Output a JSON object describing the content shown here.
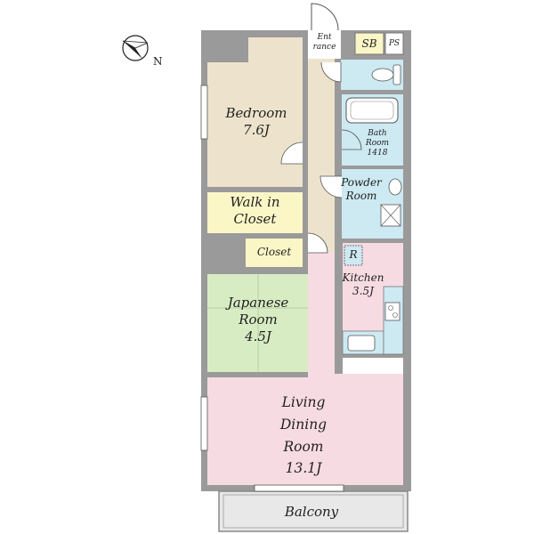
{
  "plan": {
    "compass_label": "N",
    "rooms": {
      "entrance": {
        "line1": "Ent",
        "line2": "rance"
      },
      "shoe_box": "SB",
      "pipe_space": "PS",
      "bedroom": {
        "name": "Bedroom",
        "size": "7.6J"
      },
      "bath": {
        "line1": "Bath",
        "line2": "Room",
        "line3": "1418"
      },
      "powder": {
        "line1": "Powder",
        "line2": "Room"
      },
      "walk_in": {
        "line1": "Walk in",
        "line2": "Closet"
      },
      "closet": "Closet",
      "refrigerator": "R",
      "kitchen": {
        "name": "Kitchen",
        "size": "3.5J"
      },
      "japanese": {
        "line1": "Japanese",
        "line2": "Room",
        "size": "4.5J"
      },
      "living": {
        "line1": "Living",
        "line2": "Dining",
        "line3": "Room",
        "size": "13.1J"
      },
      "balcony": "Balcony"
    },
    "colors": {
      "wall": "#9a9a9a",
      "bedroom": "#ede3cc",
      "corridor": "#ede3cc",
      "wet_area": "#cde9f2",
      "closet": "#fbf6c6",
      "shoe_box": "#fbf6c6",
      "japanese": "#d8ecc3",
      "living": "#f7dbe3",
      "kitchen": "#f7dbe3",
      "balcony": "#e8e8e8"
    }
  }
}
